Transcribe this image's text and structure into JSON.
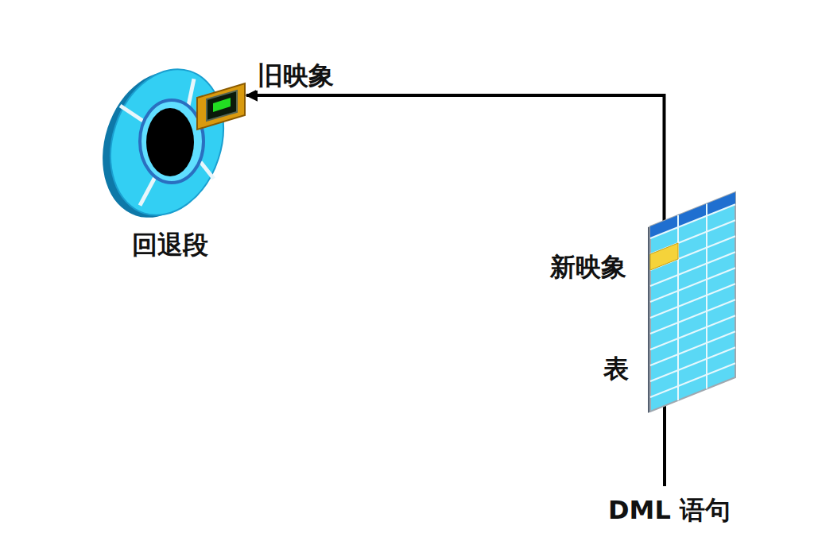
{
  "diagram": {
    "nodes": [
      {
        "text": [
          "回退段"
        ]
      },
      {
        "text": [
          "旧映象"
        ],
        "in": 0
      },
      {
        "text": [
          "表"
        ]
      },
      {
        "text": [
          "新映象"
        ],
        "in": 2
      }
    ],
    "edges": [
      {
        "from": 3,
        "to": 1,
        "arrow": "to"
      }
    ],
    "labels": [
      "DML 语句"
    ]
  }
}
